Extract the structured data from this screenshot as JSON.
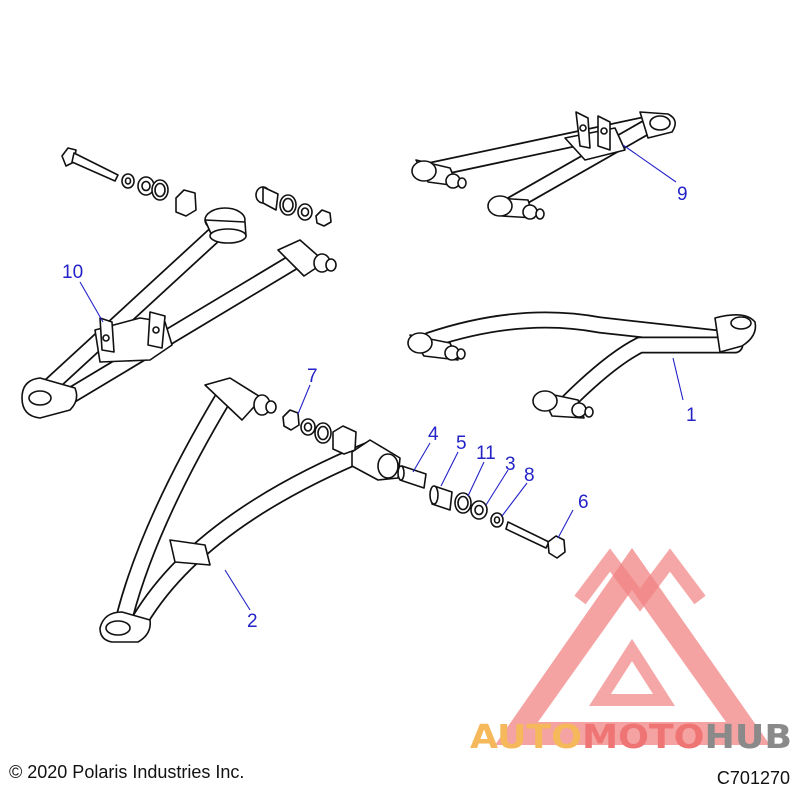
{
  "callouts": [
    {
      "id": "1",
      "label": "1"
    },
    {
      "id": "2",
      "label": "2"
    },
    {
      "id": "3",
      "label": "3"
    },
    {
      "id": "4",
      "label": "4"
    },
    {
      "id": "5",
      "label": "5"
    },
    {
      "id": "6",
      "label": "6"
    },
    {
      "id": "7",
      "label": "7"
    },
    {
      "id": "8",
      "label": "8"
    },
    {
      "id": "9",
      "label": "9"
    },
    {
      "id": "10",
      "label": "10"
    },
    {
      "id": "11",
      "label": "11"
    }
  ],
  "footer": {
    "copyright": "© 2020 Polaris Industries Inc.",
    "diagram_code": "C701270"
  },
  "watermark": {
    "word_part1": "AUTO",
    "word_part2": "MOTO",
    "word_part3": "HUB",
    "color_orange": "#f5b85a",
    "color_red": "#ef7575",
    "color_gray": "#8a8a8a"
  },
  "colors": {
    "callout": "#2323c8",
    "line": "#111111"
  }
}
